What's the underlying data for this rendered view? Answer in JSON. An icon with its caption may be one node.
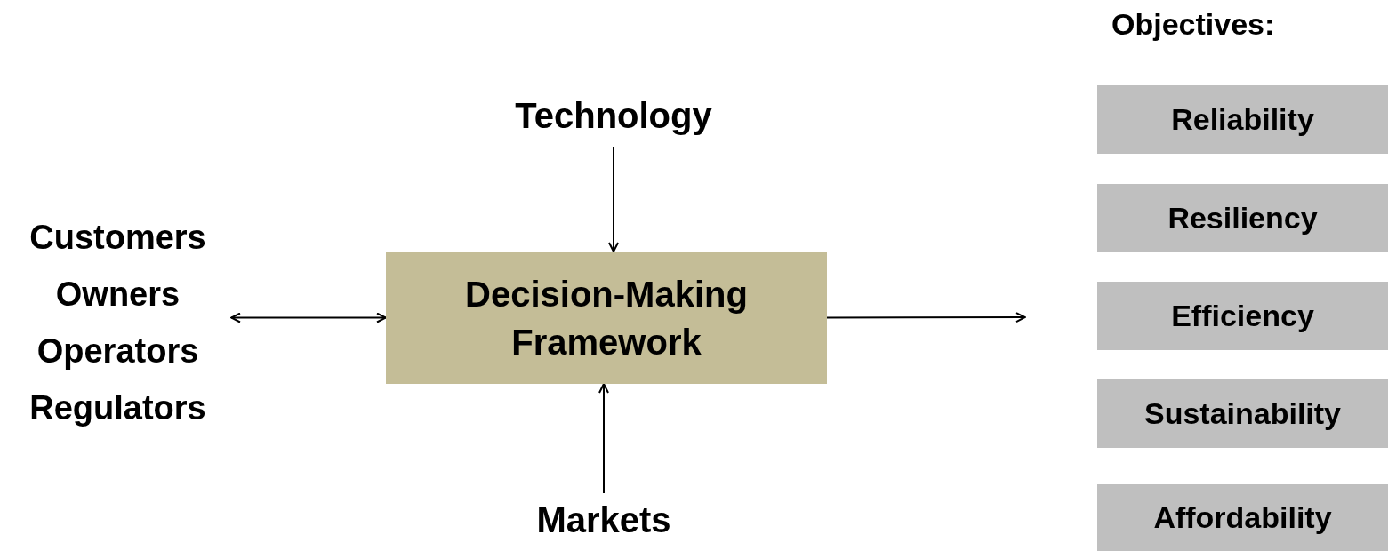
{
  "diagram": {
    "nodes": [
      {
        "text": [
          "Technology"
        ]
      },
      {
        "text": [
          "Customers",
          "Owners",
          "Operators",
          "Regulators"
        ]
      },
      {
        "text": [
          "Decision-Making Framework"
        ]
      },
      {
        "text": [
          "Markets"
        ]
      },
      {
        "text": [
          "Reliability"
        ]
      },
      {
        "text": [
          "Resiliency"
        ]
      },
      {
        "text": [
          "Efficiency"
        ]
      },
      {
        "text": [
          "Sustainability"
        ]
      },
      {
        "text": [
          "Affordability"
        ]
      }
    ],
    "edges": [
      {
        "from": 0,
        "to": 2,
        "arrow": "to"
      },
      {
        "from": 1,
        "to": 2,
        "arrow": "both"
      },
      {
        "from": 3,
        "to": 2,
        "arrow": "to"
      },
      {
        "from": 2,
        "to": null,
        "arrow": "to"
      }
    ],
    "labels": [
      "Objectives:"
    ]
  }
}
